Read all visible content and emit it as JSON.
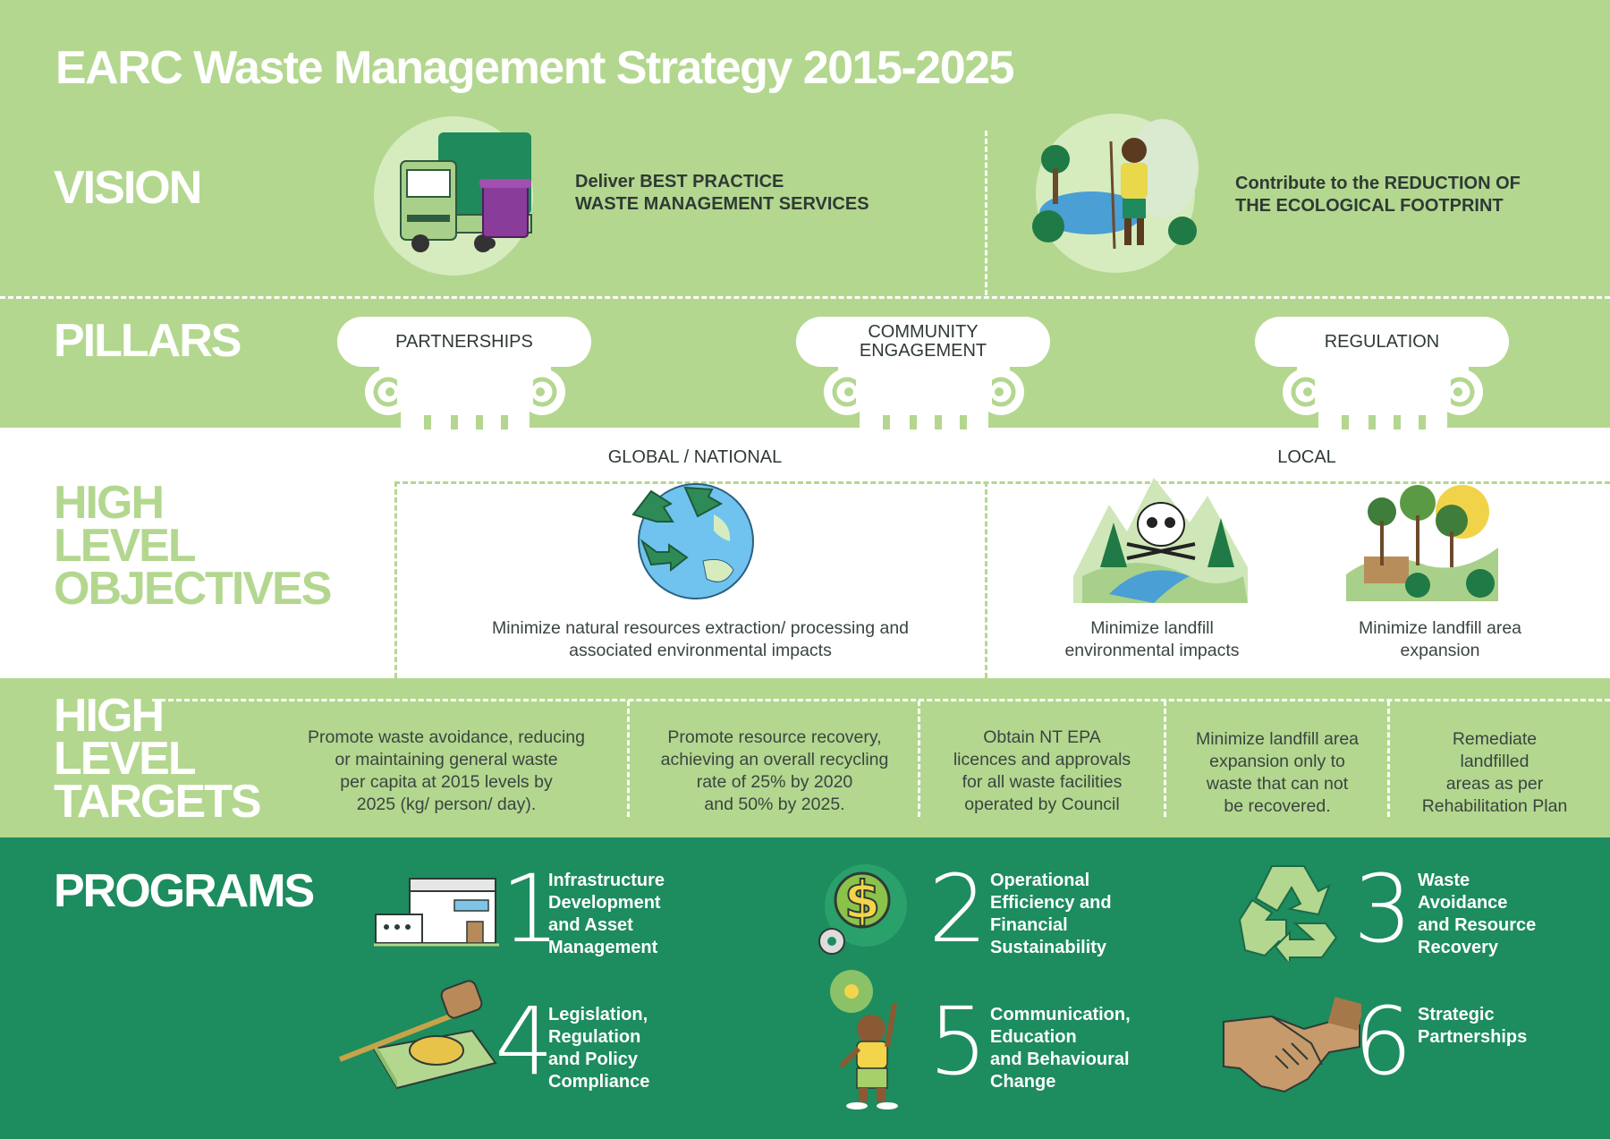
{
  "title": "EARC Waste Management Strategy 2015-2025",
  "sections": {
    "vision": "VISION",
    "pillars": "PILLARS",
    "objectives": [
      "HIGH",
      "LEVEL",
      "OBJECTIVES"
    ],
    "targets": [
      "HIGH",
      "LEVEL",
      "TARGETS"
    ],
    "programs": "PROGRAMS"
  },
  "vision": {
    "left": [
      "Deliver BEST PRACTICE",
      "WASTE MANAGEMENT SERVICES"
    ],
    "right": [
      "Contribute to the REDUCTION OF",
      "THE ECOLOGICAL FOOTPRINT"
    ]
  },
  "pillars": [
    {
      "lines": [
        "PARTNERSHIPS"
      ]
    },
    {
      "lines": [
        "COMMUNITY",
        "ENGAGEMENT"
      ]
    },
    {
      "lines": [
        "REGULATION"
      ]
    }
  ],
  "objectives": {
    "global_label": "GLOBAL / NATIONAL",
    "local_label": "LOCAL",
    "items": [
      [
        "Minimize natural resources extraction/ processing and",
        "associated environmental impacts"
      ],
      [
        "Minimize landfill",
        "environmental impacts"
      ],
      [
        "Minimize landfill area",
        "expansion"
      ]
    ]
  },
  "targets": [
    [
      "Promote waste avoidance, reducing",
      "or maintaining general waste",
      "per capita at 2015 levels by",
      "2025 (kg/ person/ day)."
    ],
    [
      "Promote resource recovery,",
      "achieving an overall recycling",
      "rate of 25% by 2020",
      "and 50% by 2025."
    ],
    [
      "Obtain NT EPA",
      "licences and approvals",
      "for all waste facilities",
      "operated by Council"
    ],
    [
      "Minimize landfill area",
      "expansion only to",
      "waste that can not",
      "be recovered."
    ],
    [
      "Remediate",
      "landfilled",
      "areas as per",
      "Rehabilitation Plan"
    ]
  ],
  "programs": [
    {
      "num": "1",
      "lines": [
        "Infrastructure",
        "Development",
        "and Asset",
        "Management"
      ],
      "icon": "building-icon"
    },
    {
      "num": "2",
      "lines": [
        "Operational",
        "Efficiency and",
        "Financial",
        "Sustainability"
      ],
      "icon": "dollar-gear-icon"
    },
    {
      "num": "3",
      "lines": [
        "Waste",
        "Avoidance",
        "and Resource",
        "Recovery"
      ],
      "icon": "recycle-icon"
    },
    {
      "num": "4",
      "lines": [
        "Legislation,",
        "Regulation",
        "and Policy",
        "Compliance"
      ],
      "icon": "gavel-icon"
    },
    {
      "num": "5",
      "lines": [
        "Communication,",
        "Education",
        "and Behavioural",
        "Change"
      ],
      "icon": "idea-person-icon"
    },
    {
      "num": "6",
      "lines": [
        "Strategic",
        "Partnerships"
      ],
      "icon": "handshake-icon"
    }
  ],
  "colors": {
    "light_green": "#b3d78f",
    "dark_green": "#1d8c5f",
    "text": "#2f3a35"
  }
}
